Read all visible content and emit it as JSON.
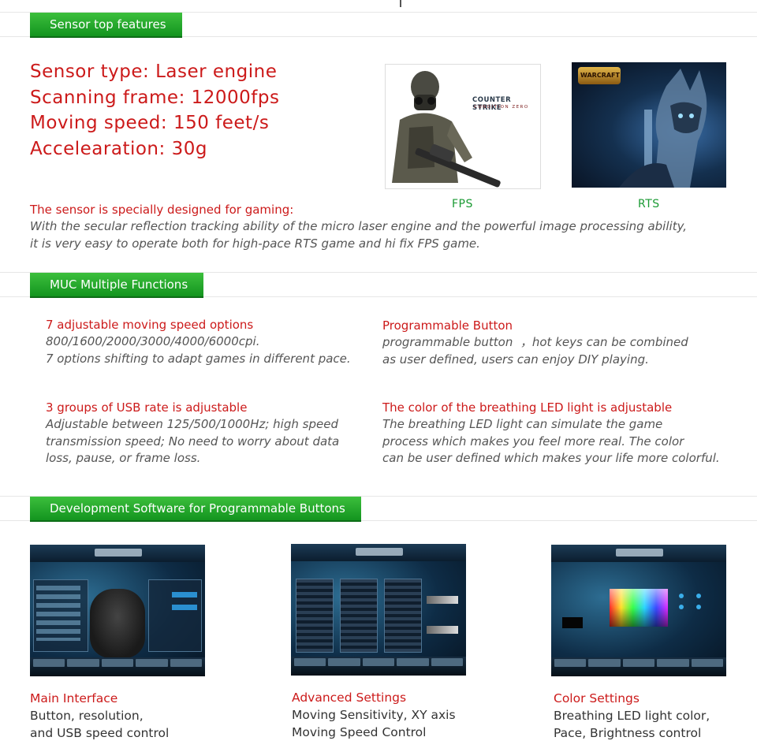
{
  "sections": {
    "sensor": {
      "title": "Sensor top features"
    },
    "muc": {
      "title": "MUC Multiple Functions"
    },
    "software": {
      "title": "Development Software for Programmable Buttons"
    }
  },
  "sensor": {
    "specs": [
      "Sensor type: Laser engine",
      "Scanning frame: 12000fps",
      "Moving speed: 150 feet/s",
      "Accelearation: 30g"
    ],
    "designed_title": "The sensor is specially designed for gaming:",
    "designed_lines": [
      "With the secular reflection tracking ability of the micro laser engine and the powerful image processing ability,",
      "it is very easy to operate both for high-pace RTS game and hi fix FPS game."
    ],
    "fps_caption": "FPS",
    "rts_caption": "RTS",
    "fps_logo_line1": "COUNTER STRIKE",
    "fps_logo_line2": "CONDITION ZERO",
    "rts_logo": "WARCRAFT"
  },
  "functions": [
    {
      "title": "7 adjustable moving speed options",
      "lines": [
        "800/1600/2000/3000/4000/6000cpi.",
        "7 options shifting to adapt games in different pace."
      ]
    },
    {
      "title": "Programmable Button",
      "lines": [
        "programmable button  ，hot keys can be combined",
        "as user defined, users can enjoy DIY playing."
      ]
    },
    {
      "title": "3 groups of USB rate is adjustable",
      "lines": [
        "Adjustable between 125/500/1000Hz; high speed",
        "transmission speed; No need to worry about data",
        "loss, pause, or frame loss."
      ]
    },
    {
      "title": "The color of the breathing LED light is adjustable",
      "lines": [
        "The breathing LED light can simulate the game",
        "process which makes you feel more real. The color",
        "can be user defined which makes your life more colorful."
      ]
    }
  ],
  "software": [
    {
      "title": "Main Interface",
      "lines": [
        "Button, resolution,",
        "and USB speed control"
      ]
    },
    {
      "title": "Advanced Settings",
      "lines": [
        "Moving Sensitivity, XY axis",
        "Moving Speed Control"
      ]
    },
    {
      "title": "Color Settings",
      "lines": [
        "Breathing LED light color,",
        "Pace, Brightness control"
      ]
    }
  ],
  "colors": {
    "banner_green": "#13941f",
    "heading_red": "#cc1a1a",
    "caption_green": "#1a9a33"
  }
}
